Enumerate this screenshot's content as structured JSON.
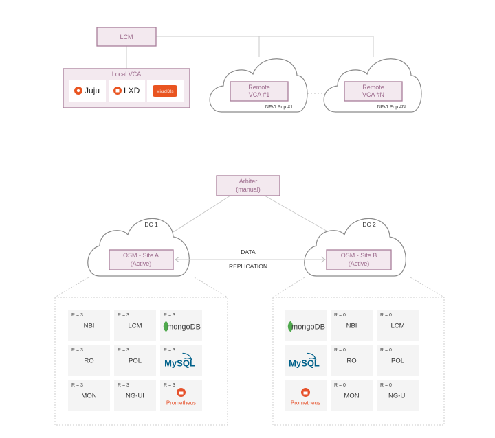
{
  "top": {
    "lcm": "LCM",
    "local_vca": {
      "title": "Local VCA",
      "logos": [
        {
          "text": "Juju",
          "icon": "juju-icon"
        },
        {
          "text": "LXD",
          "icon": "lxd-icon"
        },
        {
          "text": "MicroK8s",
          "icon": "microk8s-badge"
        }
      ]
    },
    "remote": [
      {
        "line1": "Remote",
        "line2": "VCA #1",
        "pop": "NFVI Pop #1"
      },
      {
        "line1": "Remote",
        "line2": "VCA #N",
        "pop": "NFVI Pop #N"
      }
    ]
  },
  "bottom": {
    "arbiter": {
      "line1": "Arbiter",
      "line2": "(manual)"
    },
    "dc1": {
      "label": "DC 1",
      "line1": "OSM - Site A",
      "line2": "(Active)"
    },
    "dc2": {
      "label": "DC 2",
      "line1": "OSM - Site B",
      "line2": "(Active)"
    },
    "data_label": "DATA",
    "replication_label": "REPLICATION"
  },
  "site_a": [
    {
      "r": "R = 3",
      "name": "NBI"
    },
    {
      "r": "R = 3",
      "name": "LCM"
    },
    {
      "r": "R = 3",
      "logo": "mongodb",
      "logo_text": "mongoDB"
    },
    {
      "r": "R = 3",
      "name": "RO"
    },
    {
      "r": "R = 3",
      "name": "POL"
    },
    {
      "r": "R = 3",
      "logo": "mysql",
      "logo_text": "MySQL"
    },
    {
      "r": "R = 3",
      "name": "MON"
    },
    {
      "r": "R = 3",
      "name": "NG-UI"
    },
    {
      "r": "R = 3",
      "logo": "prometheus",
      "logo_text": "Prometheus"
    }
  ],
  "site_b": [
    {
      "r": "",
      "logo": "mongodb",
      "logo_text": "mongoDB"
    },
    {
      "r": "R = 0",
      "name": "NBI"
    },
    {
      "r": "R = 0",
      "name": "LCM"
    },
    {
      "r": "",
      "logo": "mysql",
      "logo_text": "MySQL"
    },
    {
      "r": "R = 0",
      "name": "RO"
    },
    {
      "r": "R = 0",
      "name": "POL"
    },
    {
      "r": "",
      "logo": "prometheus",
      "logo_text": "Prometheus"
    },
    {
      "r": "R = 0",
      "name": "MON"
    },
    {
      "r": "R = 0",
      "name": "NG-UI"
    }
  ],
  "colors": {
    "primary_border": "#a97e9a",
    "primary_fill": "#f3e9ef",
    "primary_text": "#9c6a8c",
    "juju_orange": "#e95420",
    "mongo_green": "#4fa94d",
    "mysql_blue": "#00618a",
    "mysql_orange": "#e48e00",
    "prometheus_red": "#e6522c"
  }
}
